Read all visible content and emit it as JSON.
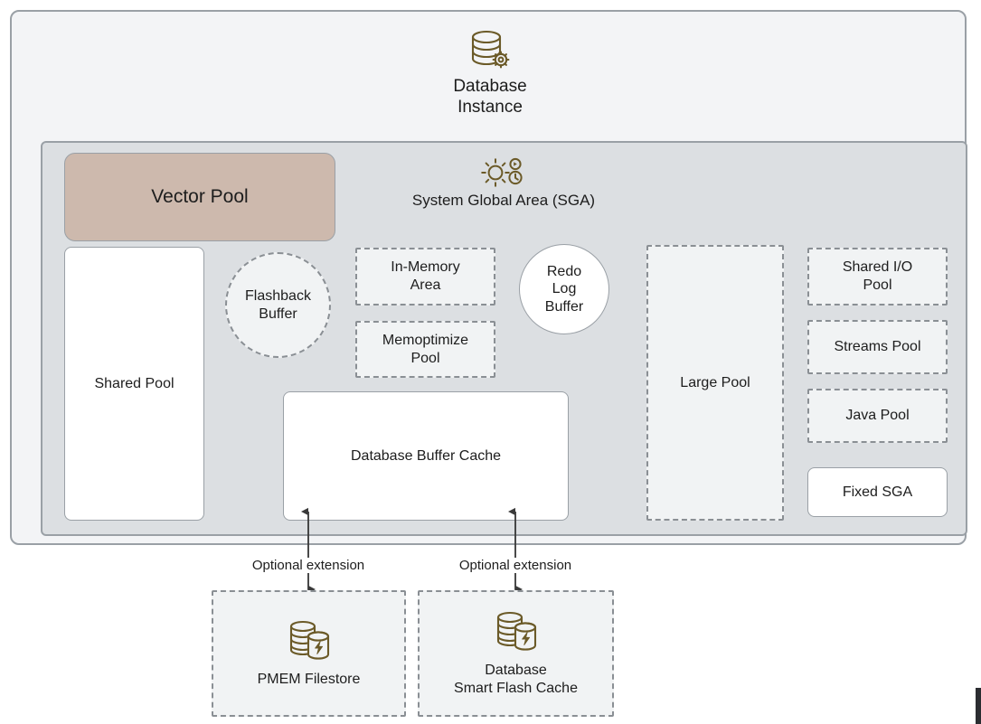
{
  "diagram": {
    "title": "Database Instance",
    "instance": {
      "label": "Database\nInstance",
      "icon": "database-gear-icon"
    },
    "sga": {
      "label": "System Global Area (SGA)",
      "icon": "gear-clock-icon"
    },
    "components": [
      {
        "id": "vector-pool",
        "label": "Vector Pool",
        "style": "tan",
        "shape": "rounded-rect"
      },
      {
        "id": "shared-pool",
        "label": "Shared Pool",
        "style": "solid",
        "shape": "rounded-rect"
      },
      {
        "id": "flashback-buffer",
        "label": "Flashback\nBuffer",
        "style": "circle-dashed",
        "shape": "circle"
      },
      {
        "id": "in-memory-area",
        "label": "In-Memory\nArea",
        "style": "dashed",
        "shape": "rect"
      },
      {
        "id": "memoptimize-pool",
        "label": "Memoptimize\nPool",
        "style": "dashed",
        "shape": "rect"
      },
      {
        "id": "redo-log-buffer",
        "label": "Redo\nLog\nBuffer",
        "style": "circle-solid",
        "shape": "circle"
      },
      {
        "id": "database-buffer-cache",
        "label": "Database Buffer Cache",
        "style": "solid",
        "shape": "rounded-rect"
      },
      {
        "id": "large-pool",
        "label": "Large Pool",
        "style": "dashed",
        "shape": "rect"
      },
      {
        "id": "shared-io-pool",
        "label": "Shared I/O\nPool",
        "style": "dashed",
        "shape": "rect"
      },
      {
        "id": "streams-pool",
        "label": "Streams Pool",
        "style": "dashed",
        "shape": "rect"
      },
      {
        "id": "java-pool",
        "label": "Java Pool",
        "style": "dashed",
        "shape": "rect"
      },
      {
        "id": "fixed-sga",
        "label": "Fixed SGA",
        "style": "solid",
        "shape": "rounded-rect"
      }
    ],
    "extensions": [
      {
        "id": "pmem-filestore",
        "label": "PMEM Filestore",
        "caption": "Optional extension",
        "icon": "database-flash-icon",
        "connects_to": "database-buffer-cache"
      },
      {
        "id": "database-smart-flash-cache",
        "label": "Database\nSmart Flash Cache",
        "caption": "Optional extension",
        "icon": "database-flash-icon",
        "connects_to": "database-buffer-cache"
      }
    ],
    "colors": {
      "instance_background": "#f3f4f6",
      "sga_background": "#dcdfe2",
      "border": "#9aa0a6",
      "dashed_border": "#8a8f94",
      "vector_pool_fill": "#cdb9ad",
      "block_fill_light": "#f1f3f4",
      "block_fill_white": "#ffffff",
      "icon_color": "#6b5a28",
      "text": "#1d1d1d"
    }
  }
}
